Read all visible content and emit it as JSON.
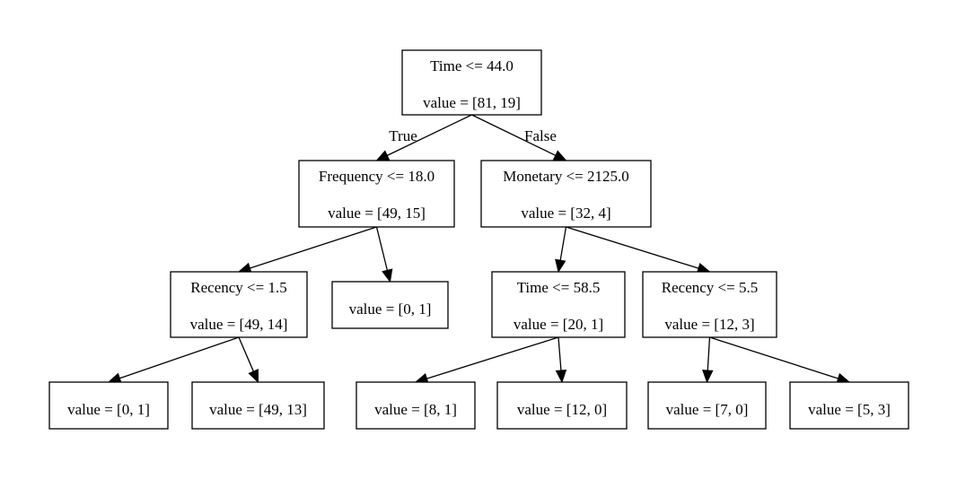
{
  "nodes": [
    {
      "id": "n0",
      "condition": "Time <= 44.0",
      "value": "value = [81, 19]"
    },
    {
      "id": "n1",
      "condition": "Frequency <= 18.0",
      "value": "value = [49, 15]"
    },
    {
      "id": "n2",
      "condition": "Monetary <= 2125.0",
      "value": "value = [32, 4]"
    },
    {
      "id": "n3",
      "condition": "Recency <= 1.5",
      "value": "value = [49, 14]"
    },
    {
      "id": "n4",
      "condition": "",
      "value": "value = [0, 1]"
    },
    {
      "id": "n5",
      "condition": "Time <= 58.5",
      "value": "value = [20, 1]"
    },
    {
      "id": "n6",
      "condition": "Recency <= 5.5",
      "value": "value = [12, 3]"
    },
    {
      "id": "n7",
      "condition": "",
      "value": "value = [0, 1]"
    },
    {
      "id": "n8",
      "condition": "",
      "value": "value = [49, 13]"
    },
    {
      "id": "n9",
      "condition": "",
      "value": "value = [8, 1]"
    },
    {
      "id": "n10",
      "condition": "",
      "value": "value = [12, 0]"
    },
    {
      "id": "n11",
      "condition": "",
      "value": "value = [7, 0]"
    },
    {
      "id": "n12",
      "condition": "",
      "value": "value = [5, 3]"
    }
  ],
  "edges": [
    {
      "from": "n0",
      "to": "n1",
      "label": "True"
    },
    {
      "from": "n0",
      "to": "n2",
      "label": "False"
    },
    {
      "from": "n1",
      "to": "n3",
      "label": ""
    },
    {
      "from": "n1",
      "to": "n4",
      "label": ""
    },
    {
      "from": "n2",
      "to": "n5",
      "label": ""
    },
    {
      "from": "n2",
      "to": "n6",
      "label": ""
    },
    {
      "from": "n3",
      "to": "n7",
      "label": ""
    },
    {
      "from": "n3",
      "to": "n8",
      "label": ""
    },
    {
      "from": "n5",
      "to": "n9",
      "label": ""
    },
    {
      "from": "n5",
      "to": "n10",
      "label": ""
    },
    {
      "from": "n6",
      "to": "n11",
      "label": ""
    },
    {
      "from": "n6",
      "to": "n12",
      "label": ""
    }
  ]
}
